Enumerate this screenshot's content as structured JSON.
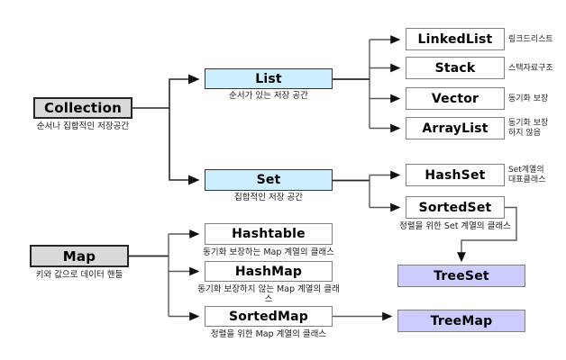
{
  "diagram": {
    "title": "Java Collection Framework hierarchy",
    "colors": {
      "root_fill": "#d9d9d9",
      "branch_fill": "#cceeff",
      "leaf_fill": "#ffffff",
      "tree_fill": "#ccccff",
      "dark_border": "#262626",
      "gray_border": "#7f7f7f",
      "connector": "#4d4d4d"
    },
    "nodes": {
      "collection": {
        "label": "Collection",
        "caption": "순서나 집합적인 저장공간"
      },
      "list": {
        "label": "List",
        "caption": "순서가 있는 저장 공간"
      },
      "set": {
        "label": "Set",
        "caption": "집합적인 저장 공간"
      },
      "map": {
        "label": "Map",
        "caption": "키와 값으로 데이터 핸들"
      },
      "linkedlist": {
        "label": "LinkedList",
        "annotation": "링크드리스트"
      },
      "stack": {
        "label": "Stack",
        "annotation": "스택자료구조"
      },
      "vector": {
        "label": "Vector",
        "annotation": "동기화 보장"
      },
      "arraylist": {
        "label": "ArrayList",
        "annotation": "동기화 보장\n하지 않음"
      },
      "hashset": {
        "label": "HashSet",
        "annotation": "Set계열의\n대표클래스"
      },
      "sortedset": {
        "label": "SortedSet",
        "caption": "정렬을 위한 Set 계열의 클래스"
      },
      "hashtable": {
        "label": "Hashtable",
        "caption": "동기화 보장하는 Map 계열의 클래스"
      },
      "hashmap": {
        "label": "HashMap",
        "caption": "동기화 보장하지 않는 Map 계열의 클래스"
      },
      "sortedmap": {
        "label": "SortedMap",
        "caption": "정렬을 위한 Map 계열의 클래스"
      },
      "treeset": {
        "label": "TreeSet"
      },
      "treemap": {
        "label": "TreeMap"
      }
    }
  }
}
